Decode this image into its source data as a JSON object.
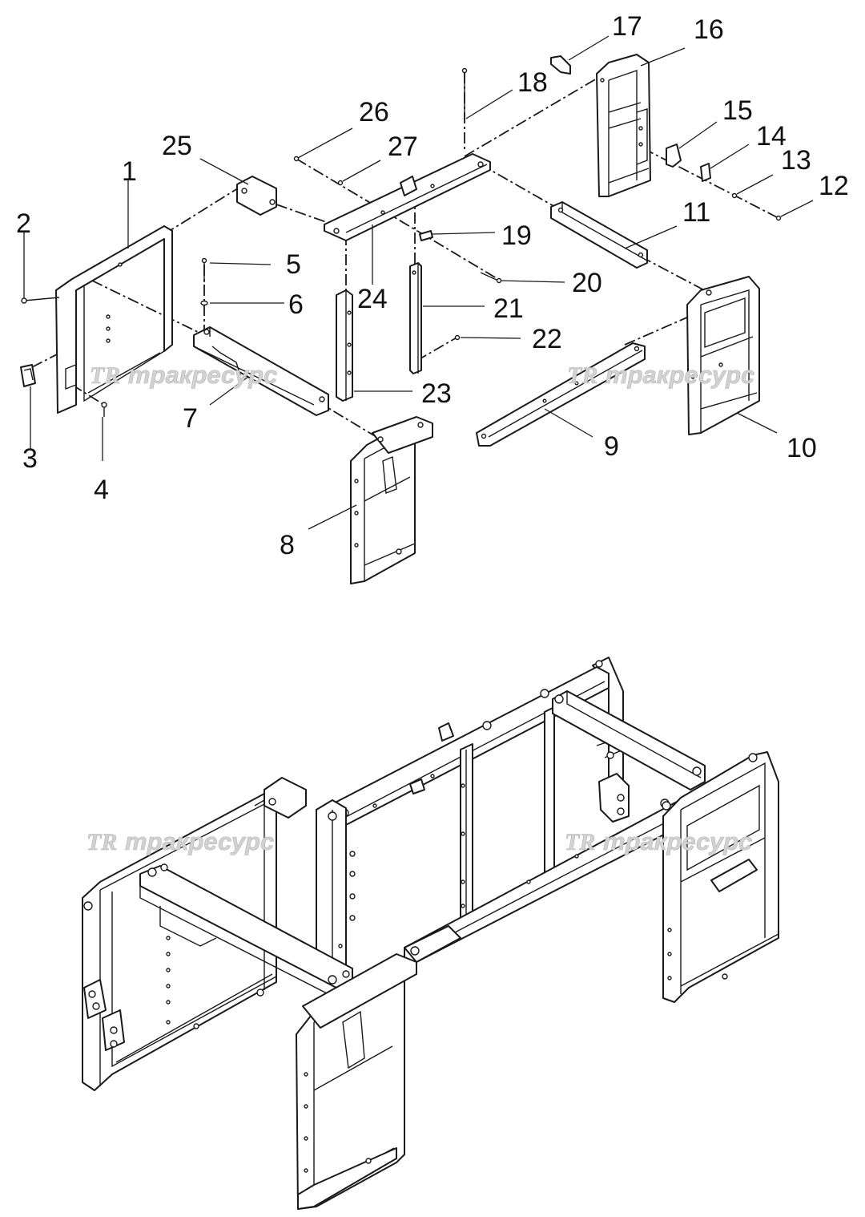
{
  "callouts": [
    {
      "id": "1",
      "text": "1"
    },
    {
      "id": "2",
      "text": "2"
    },
    {
      "id": "3",
      "text": "3"
    },
    {
      "id": "4",
      "text": "4"
    },
    {
      "id": "5",
      "text": "5"
    },
    {
      "id": "6",
      "text": "6"
    },
    {
      "id": "7",
      "text": "7"
    },
    {
      "id": "8",
      "text": "8"
    },
    {
      "id": "9",
      "text": "9"
    },
    {
      "id": "10",
      "text": "10"
    },
    {
      "id": "11",
      "text": "11"
    },
    {
      "id": "12",
      "text": "12"
    },
    {
      "id": "13",
      "text": "13"
    },
    {
      "id": "14",
      "text": "14"
    },
    {
      "id": "15",
      "text": "15"
    },
    {
      "id": "16",
      "text": "16"
    },
    {
      "id": "17",
      "text": "17"
    },
    {
      "id": "18",
      "text": "18"
    },
    {
      "id": "19",
      "text": "19"
    },
    {
      "id": "20",
      "text": "20"
    },
    {
      "id": "21",
      "text": "21"
    },
    {
      "id": "22",
      "text": "22"
    },
    {
      "id": "23",
      "text": "23"
    },
    {
      "id": "24",
      "text": "24"
    },
    {
      "id": "25",
      "text": "25"
    },
    {
      "id": "26",
      "text": "26"
    },
    {
      "id": "27",
      "text": "27"
    }
  ],
  "watermark": {
    "logo": "TR",
    "text": "тракресурс"
  },
  "colors": {
    "line": "#1a1a1a",
    "watermark": "#d2d2d2"
  }
}
